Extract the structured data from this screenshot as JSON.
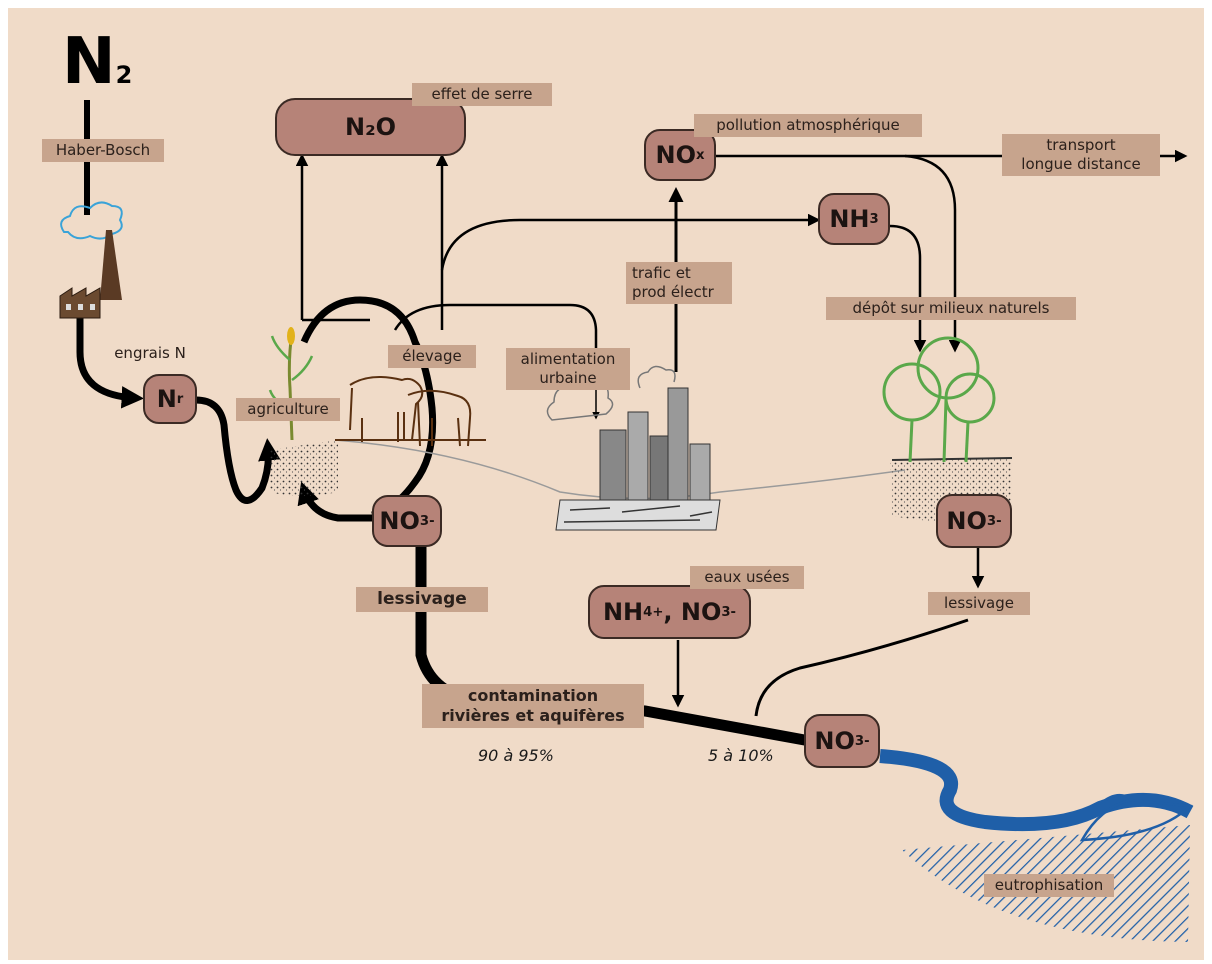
{
  "source": {
    "symbol": "N",
    "subscript": "2"
  },
  "nodes": {
    "n2o": "N₂O",
    "nox": "NO",
    "nox_sub": "x",
    "nh3": "NH",
    "nh3_sub": "3",
    "nr": "N",
    "nr_sub": "r",
    "no3_agri": "NO",
    "no3_forest": "NO",
    "no3_river": "NO",
    "no3_sub": "3",
    "no3_sup": "-",
    "nh4_no3": "NH",
    "nh4_sub": "4",
    "nh4_sup": "+",
    "nh4_rest": ", NO"
  },
  "labels": {
    "haber_bosch": "Haber-Bosch",
    "engrais": "engrais N",
    "effet_serre": "effet de serre",
    "pollution": "pollution atmosphérique",
    "transport_1": "transport",
    "transport_2": "longue distance",
    "trafic_1": "trafic et",
    "trafic_2": "prod électr",
    "depot": "dépôt sur milieux naturels",
    "elevage": "élevage",
    "agriculture": "agriculture",
    "alimentation_1": "alimentation",
    "alimentation_2": "urbaine",
    "eaux_usees": "eaux usées",
    "lessivage_agri": "lessivage",
    "lessivage_forest": "lessivage",
    "contamination_1": "contamination",
    "contamination_2": "rivières et aquifères",
    "eutrophisation": "eutrophisation"
  },
  "percentages": {
    "agri": "90 à 95%",
    "urban": "5 à 10%"
  },
  "colors": {
    "background": "#f0dbc8",
    "node": "#b68378",
    "label": "#c7a48d",
    "river": "#1f5fa8",
    "trees": "#5aa84a"
  }
}
